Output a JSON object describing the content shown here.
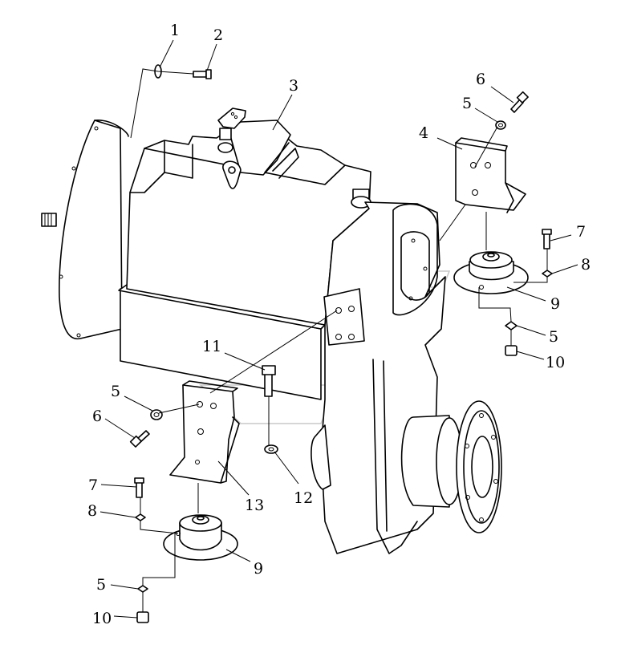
{
  "callouts": [
    {
      "id": "c1",
      "text": "1"
    },
    {
      "id": "c2",
      "text": "2"
    },
    {
      "id": "c3",
      "text": "3"
    },
    {
      "id": "c4",
      "text": "4"
    },
    {
      "id": "c5a",
      "text": "5"
    },
    {
      "id": "c6a",
      "text": "6"
    },
    {
      "id": "c7a",
      "text": "7"
    },
    {
      "id": "c8a",
      "text": "8"
    },
    {
      "id": "c9a",
      "text": "9"
    },
    {
      "id": "c5b",
      "text": "5"
    },
    {
      "id": "c10a",
      "text": "10"
    },
    {
      "id": "c11",
      "text": "11"
    },
    {
      "id": "c5c",
      "text": "5"
    },
    {
      "id": "c6b",
      "text": "6"
    },
    {
      "id": "c13",
      "text": "13"
    },
    {
      "id": "c12",
      "text": "12"
    },
    {
      "id": "c7b",
      "text": "7"
    },
    {
      "id": "c8b",
      "text": "8"
    },
    {
      "id": "c9b",
      "text": "9"
    },
    {
      "id": "c5d",
      "text": "5"
    },
    {
      "id": "c10b",
      "text": "10"
    }
  ]
}
